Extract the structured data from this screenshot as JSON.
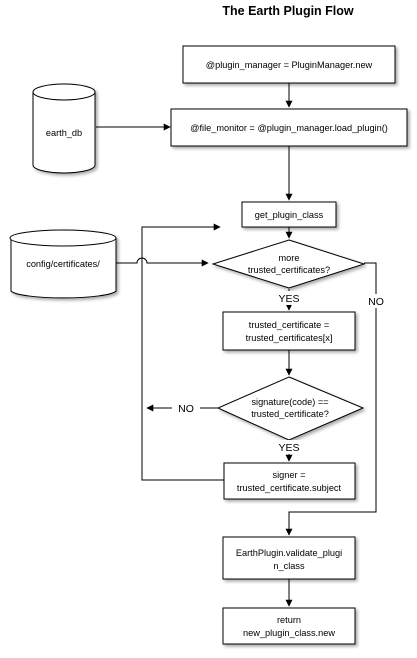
{
  "title": "The Earth Plugin Flow",
  "datastores": {
    "earth_db": "earth_db",
    "certificates": "config/certificates/"
  },
  "nodes": {
    "plugin_manager": "@plugin_manager = PluginManager.new",
    "file_monitor": "@file_monitor = @plugin_manager.load_plugin()",
    "get_plugin_class": "get_plugin_class",
    "more_trusted": [
      "more",
      "trusted_certificates?"
    ],
    "trusted_certificate": [
      "trusted_certificate =",
      "trusted_certificates[x]"
    ],
    "signature_check": [
      "signature(code) ==",
      "trusted_certificate?"
    ],
    "signer": [
      "signer =",
      "trusted_certificate.subject"
    ],
    "validate": [
      "EarthPlugin.validate_plugi",
      "n_class"
    ],
    "return": [
      "return",
      "new_plugin_class.new"
    ]
  },
  "edges": {
    "more_yes": "YES",
    "more_no": "NO",
    "sig_yes": "YES",
    "sig_no": "NO"
  }
}
